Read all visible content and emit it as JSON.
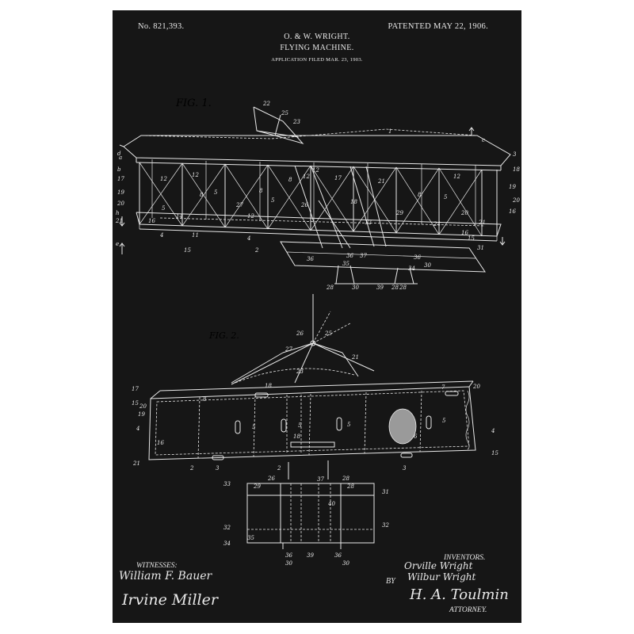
{
  "header": {
    "patent_number": "No. 821,393.",
    "patent_date": "PATENTED MAY 22, 1906.",
    "inventors_line": "O. & W. WRIGHT.",
    "title": "FLYING MACHINE.",
    "filed": "APPLICATION FILED MAR. 23, 1903."
  },
  "figures": {
    "fig1_label": "FIG. 1.",
    "fig2_label": "FIG. 2."
  },
  "signatures": {
    "witnesses_heading": "WITNESSES:",
    "witness_1": "William F. Bauer",
    "witness_2": "Irvine Miller",
    "inventors_heading": "INVENTORS.",
    "inventor_1": "Orville Wright",
    "inventor_2": "Wilbur Wright",
    "by": "BY",
    "attorney_name": "H. A. Toulmin",
    "attorney_heading": "ATTORNEY."
  },
  "theme": {
    "background": "#161616",
    "ink": "#e8e8e8",
    "page": "#ffffff"
  }
}
